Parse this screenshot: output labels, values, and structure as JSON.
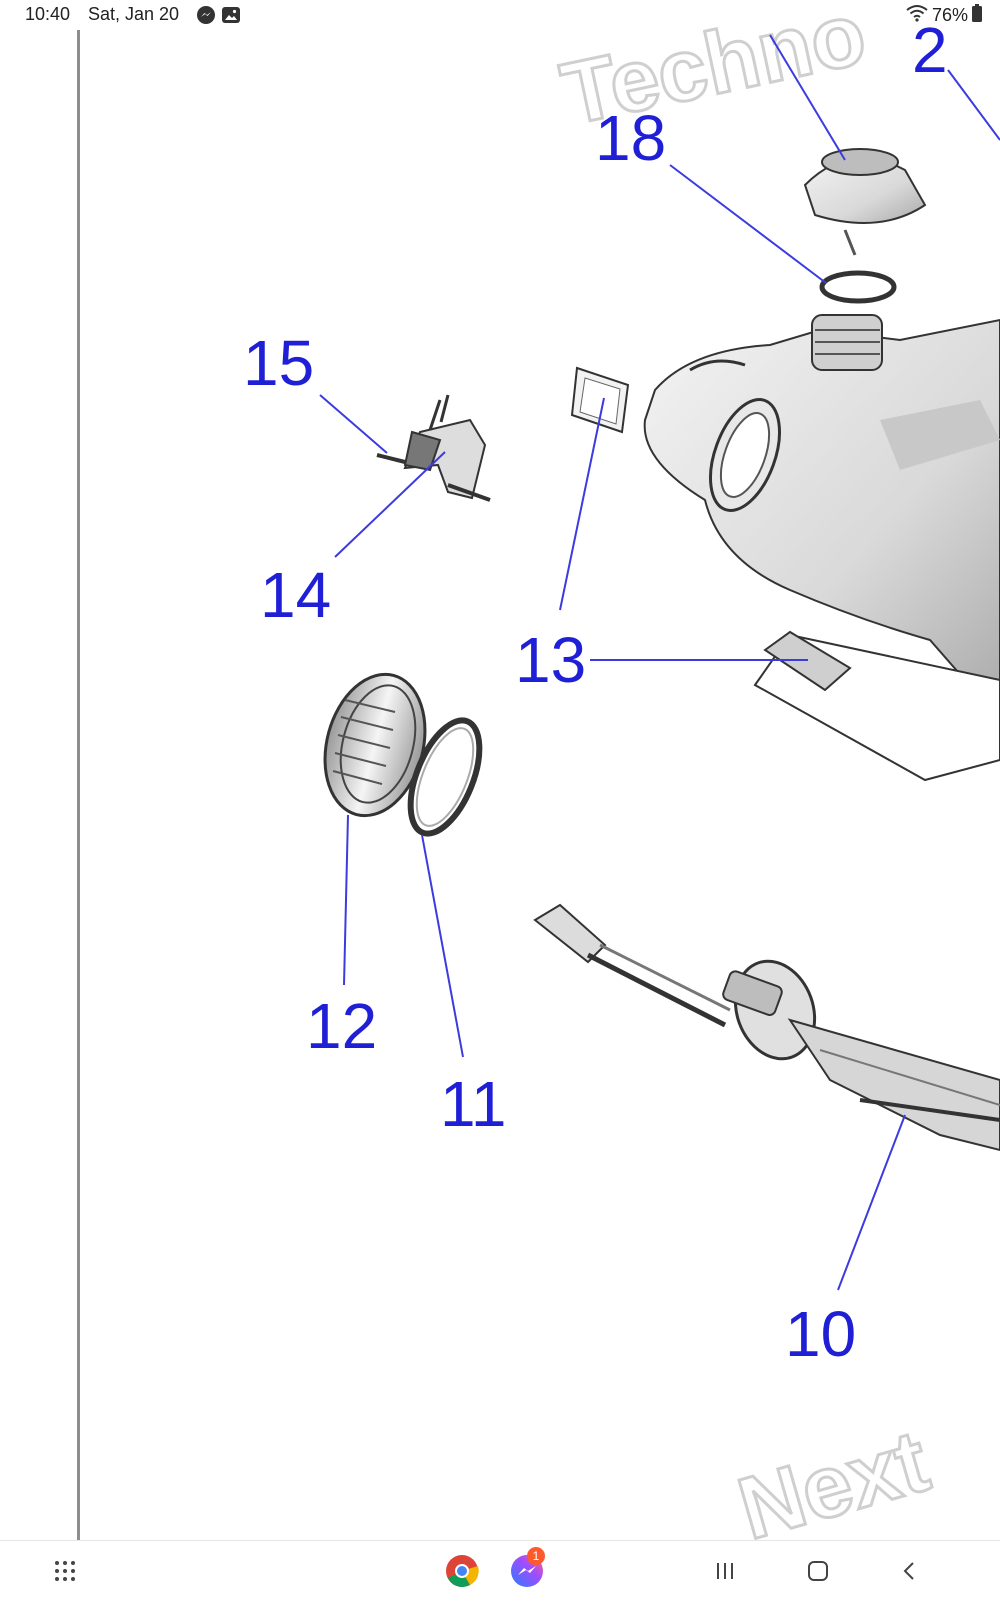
{
  "status_bar": {
    "time": "10:40",
    "date": "Sat, Jan 20",
    "notification_icons": [
      "messenger-icon",
      "gallery-icon"
    ],
    "battery_percent": "76%",
    "system_icons": [
      "wifi-icon",
      "battery-icon"
    ]
  },
  "diagram": {
    "callouts": [
      "18",
      "15",
      "14",
      "13",
      "12",
      "11",
      "10",
      "2"
    ],
    "watermarks": [
      "Techno",
      "Next"
    ],
    "line_color": "#1f1fd6"
  },
  "nav_bar": {
    "app_drawer_icon": "app-drawer-icon",
    "dock_apps": [
      "chrome-icon",
      "messenger-icon"
    ],
    "messenger_badge": "1",
    "buttons": [
      "recents-button",
      "home-button",
      "back-button"
    ]
  }
}
